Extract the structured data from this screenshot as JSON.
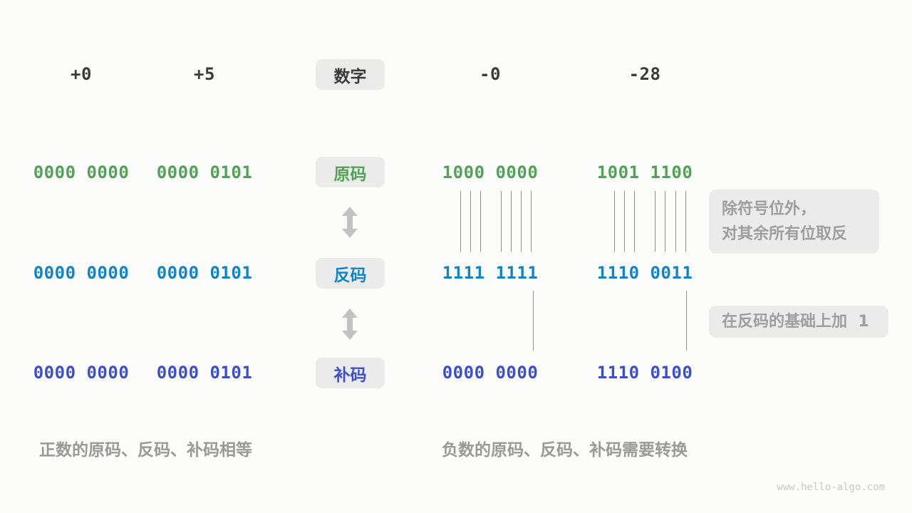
{
  "header": {
    "values": [
      "+0",
      "+5",
      "-0",
      "-28"
    ],
    "label": "数字"
  },
  "rows": [
    {
      "key": "sign-magnitude",
      "label": "原码",
      "color": "#53a158",
      "values": [
        "0000 0000",
        "0000 0101",
        "1000 0000",
        "1001 1100"
      ]
    },
    {
      "key": "ones-complement",
      "label": "反码",
      "color": "#1084c7",
      "values": [
        "0000 0000",
        "0000 0101",
        "1111 1111",
        "1110 0011"
      ]
    },
    {
      "key": "twos-complement",
      "label": "补码",
      "color": "#3d4fc8",
      "values": [
        "0000 0000",
        "0000 0101",
        "0000 0000",
        "1110 0100"
      ]
    }
  ],
  "annotations": {
    "flip_note_line1": "除符号位外，",
    "flip_note_line2": "对其余所有位取反",
    "add_one_note": "在反码的基础上加  1"
  },
  "captions": {
    "left": "正数的原码、反码、补码相等",
    "right": "负数的原码、反码、补码需要转换"
  },
  "watermark": "www.hello-algo.com",
  "colors": {
    "sign_magnitude_green": "#53a158",
    "ones_complement_blue": "#1084c7",
    "twos_complement_indigo": "#3d4fc8",
    "number_dark": "#3b3b3b",
    "note_gray": "#9e9e9e",
    "box_background": "#ebebeb"
  }
}
